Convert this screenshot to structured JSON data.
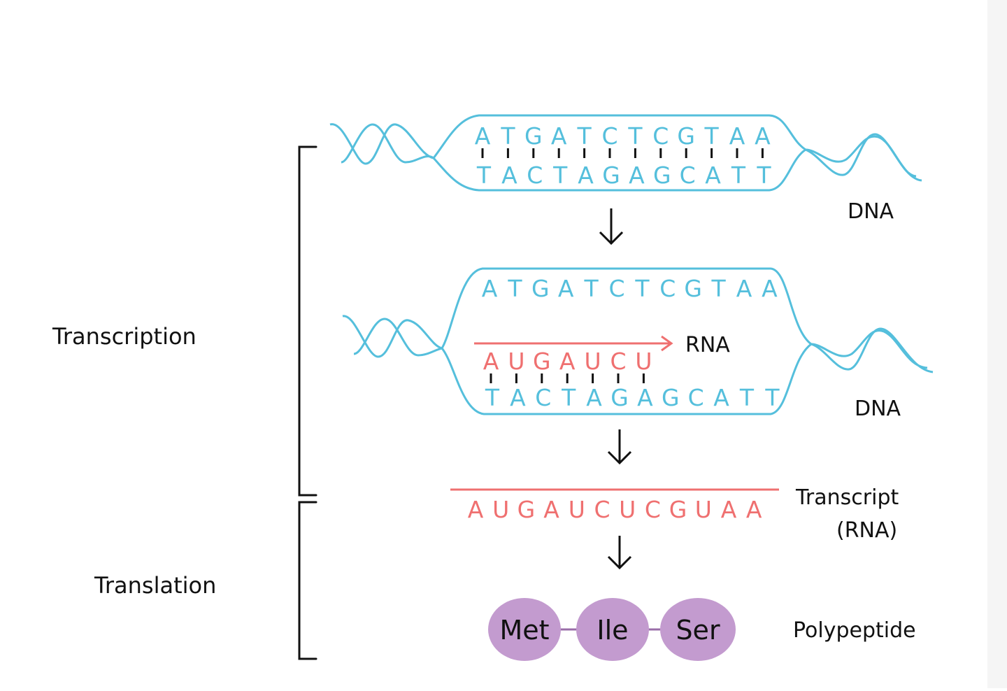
{
  "stages": {
    "transcription": "Transcription",
    "translation": "Translation"
  },
  "dna1": {
    "top_strand": [
      "A",
      "T",
      "G",
      "A",
      "T",
      "C",
      "T",
      "C",
      "G",
      "T",
      "A",
      "A"
    ],
    "bottom_strand": [
      "T",
      "A",
      "C",
      "T",
      "A",
      "G",
      "A",
      "G",
      "C",
      "A",
      "T",
      "T"
    ],
    "label": "DNA"
  },
  "dna2": {
    "top_strand": [
      "A",
      "T",
      "G",
      "A",
      "T",
      "C",
      "T",
      "C",
      "G",
      "T",
      "A",
      "A"
    ],
    "nascent_rna": [
      "A",
      "U",
      "G",
      "A",
      "U",
      "C",
      "U"
    ],
    "bottom_strand": [
      "T",
      "A",
      "C",
      "T",
      "A",
      "G",
      "A",
      "G",
      "C",
      "A",
      "T",
      "T"
    ],
    "rna_label": "RNA",
    "label": "DNA"
  },
  "transcript": {
    "sequence": [
      "A",
      "U",
      "G",
      "A",
      "U",
      "C",
      "U",
      "C",
      "G",
      "U",
      "A",
      "A"
    ],
    "label_line1": "Transcript",
    "label_line2": "(RNA)"
  },
  "polypeptide": {
    "amino_acids": [
      "Met",
      "Ile",
      "Ser"
    ],
    "label": "Polypeptide"
  },
  "colors": {
    "dna": "#55bfdc",
    "rna": "#ef7070",
    "amino_acid": "#c39bcf",
    "ink": "#111111"
  }
}
